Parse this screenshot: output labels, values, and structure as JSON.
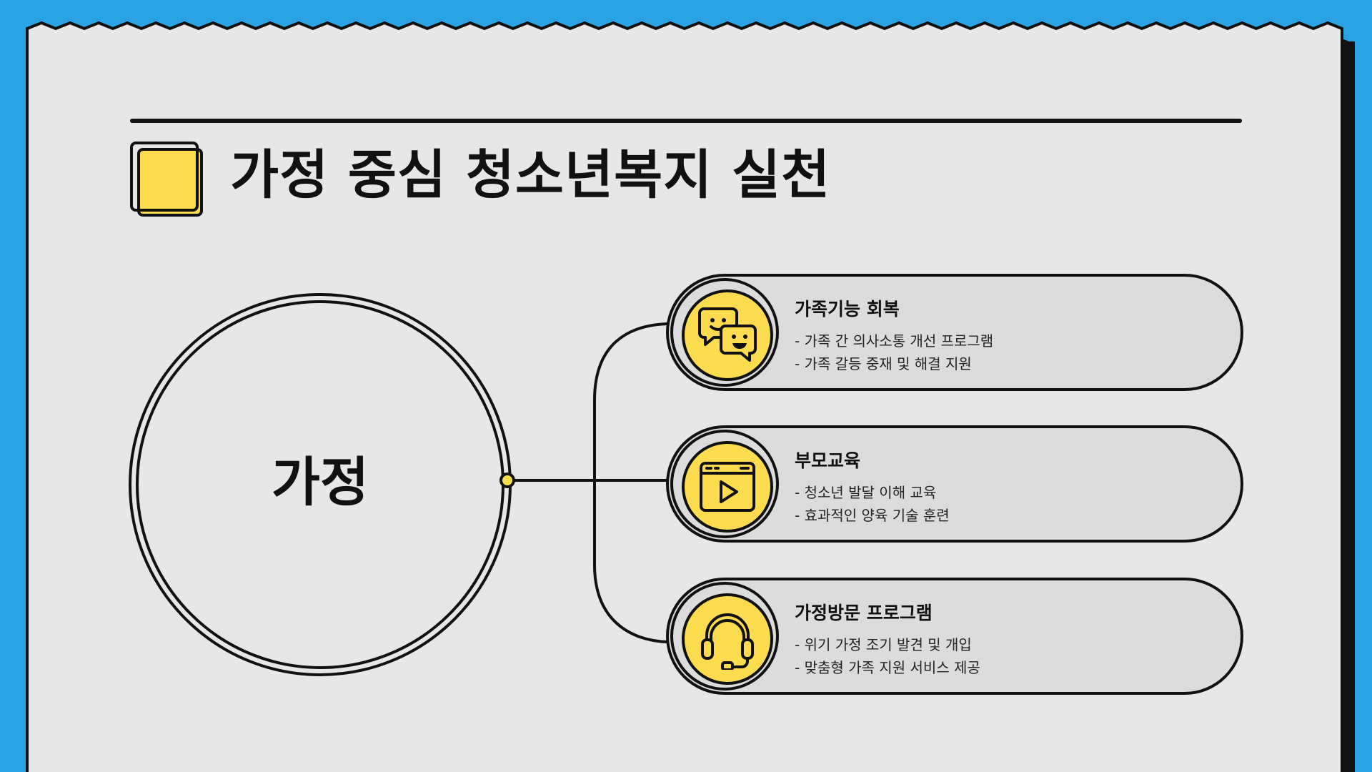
{
  "slide": {
    "title": "가정 중심 청소년복지 실천",
    "hub_label": "가정",
    "colors": {
      "background": "#29a3e3",
      "paper": "#e7e7e7",
      "card": "#dcdcdc",
      "accent": "#fddd4f",
      "ink": "#111111"
    }
  },
  "cards": [
    {
      "title": "가족기능 회복",
      "icon": "chat-bubbles-icon",
      "lines": [
        "- 가족 간 의사소통 개선 프로그램",
        "- 가족 갈등 중재 및 해결 지원"
      ]
    },
    {
      "title": "부모교육",
      "icon": "video-play-icon",
      "lines": [
        "- 청소년 발달 이해 교육",
        "- 효과적인 양육 기술 훈련"
      ]
    },
    {
      "title": "가정방문 프로그램",
      "icon": "headset-icon",
      "lines": [
        "- 위기 가정 조기 발견 및 개입",
        "- 맞춤형 가족 지원 서비스 제공"
      ]
    }
  ]
}
